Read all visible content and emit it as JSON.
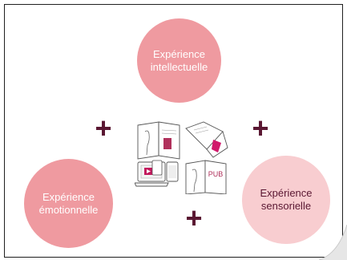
{
  "circles": {
    "intellectual": {
      "line1": "Expérience",
      "line2": "intellectuelle"
    },
    "emotional": {
      "line1": "Expérience",
      "line2": "émotionnelle"
    },
    "sensory": {
      "line1": "Expérience",
      "line2": "sensorielle"
    }
  },
  "plus_signs": [
    "+",
    "+",
    "+"
  ],
  "illustration": {
    "pub_label": "PUB"
  },
  "colors": {
    "circle_main": "#ef9aa0",
    "circle_light": "#f8cdd0",
    "plus": "#5a1732",
    "frame": "#1f1f1f"
  }
}
